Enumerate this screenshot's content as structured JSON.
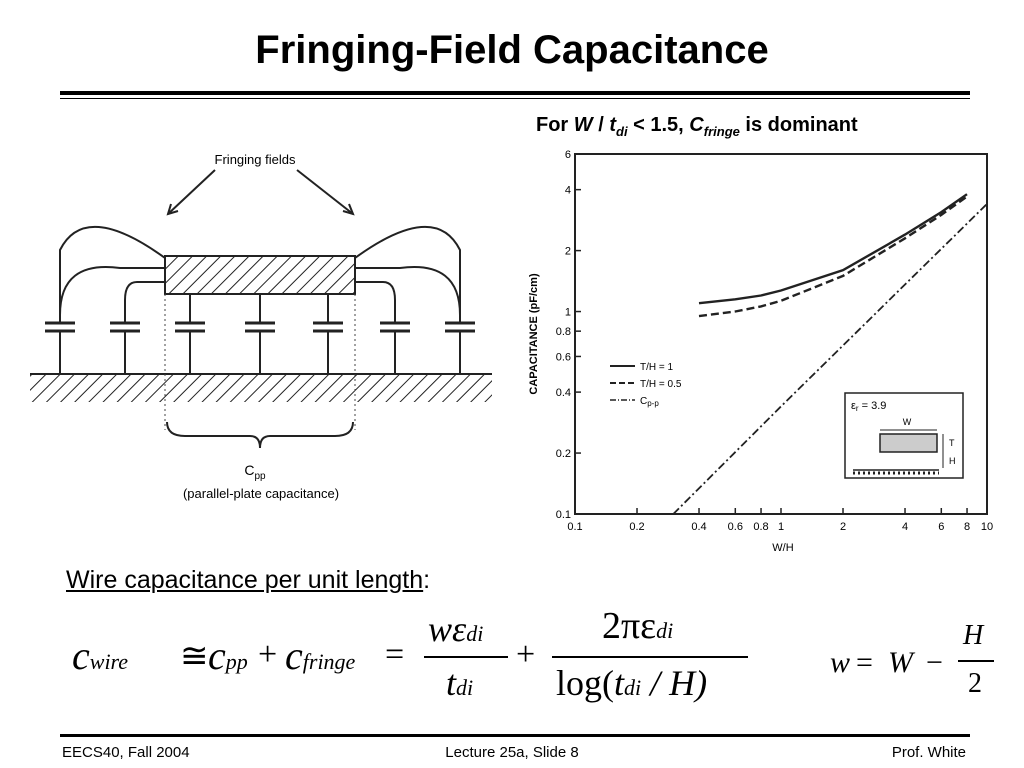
{
  "slide": {
    "title": "Fringing-Field Capacitance",
    "chart_note": {
      "prefix": "For ",
      "W": "W",
      "slash": " / ",
      "t": "t",
      "t_sub": "di",
      "mid": " < 1.5, ",
      "C": "C",
      "C_sub": "fringe",
      "suffix": " is dominant"
    },
    "formula_heading": "Wire capacitance per unit length",
    "formula_heading_colon": ":"
  },
  "diagram": {
    "fringing_label": "Fringing fields",
    "cpp_label": "C",
    "cpp_sub": "pp",
    "cpp_caption": "(parallel-plate capacitance)"
  },
  "chart_data": {
    "type": "line",
    "xscale": "log",
    "yscale": "log",
    "xlim": [
      0.1,
      10
    ],
    "ylim": [
      0.1,
      6
    ],
    "xlabel": "W/H",
    "ylabel": "CAPACITANCE (pF/cm)",
    "xticks": [
      "0.1",
      "0.2",
      "0.4",
      "0.6",
      "0.8",
      "1",
      "2",
      "4",
      "6",
      "8",
      "10"
    ],
    "xtick_values": [
      0.1,
      0.2,
      0.4,
      0.6,
      0.8,
      1,
      2,
      4,
      6,
      8,
      10
    ],
    "yticks": [
      "0.1",
      "0.2",
      "0.4",
      "0.6",
      "0.8",
      "1",
      "2",
      "4",
      "6"
    ],
    "ytick_values": [
      0.1,
      0.2,
      0.4,
      0.6,
      0.8,
      1,
      2,
      4,
      6
    ],
    "series": [
      {
        "name": "T/H = 1",
        "style": "solid",
        "x": [
          0.4,
          0.6,
          0.8,
          1,
          2,
          4,
          6,
          8
        ],
        "y": [
          1.1,
          1.15,
          1.2,
          1.27,
          1.6,
          2.4,
          3.1,
          3.8
        ]
      },
      {
        "name": "T/H = 0.5",
        "style": "dashed",
        "x": [
          0.4,
          0.6,
          0.8,
          1,
          2,
          4,
          6,
          8
        ],
        "y": [
          0.95,
          1.0,
          1.06,
          1.13,
          1.5,
          2.3,
          3.0,
          3.7
        ]
      },
      {
        "name": "C",
        "name_sub": "p-p",
        "style": "dashdot",
        "x": [
          0.3,
          1,
          2,
          4,
          8,
          10
        ],
        "y": [
          0.1,
          0.34,
          0.68,
          1.36,
          2.72,
          3.4
        ]
      }
    ],
    "inset": {
      "er": "3.9",
      "er_symbol": "ε",
      "er_sub": "r",
      "W": "W",
      "T": "T",
      "H": "H"
    }
  },
  "formula": {
    "c": "c",
    "wire": "wire",
    "approx": "≅",
    "pp": "pp",
    "plus": "+",
    "fringe": "fringe",
    "equals": "=",
    "frac1_num_w": "w",
    "frac1_num_eps": "ε",
    "frac1_num_sub": "di",
    "frac1_den_t": "t",
    "frac1_den_sub": "di",
    "frac2_num": "2πε",
    "frac2_num_sub": "di",
    "frac2_den_pre": "log(",
    "frac2_den_t": "t",
    "frac2_den_sub": "di",
    "frac2_den_post": " / H)",
    "side_lhs": "w",
    "side_eq": "=",
    "side_W": "W",
    "side_minus": "−",
    "side_num": "H",
    "side_den": "2"
  },
  "footer": {
    "left": "EECS40, Fall 2004",
    "center": "Lecture 25a, Slide 8",
    "right": "Prof. White"
  }
}
